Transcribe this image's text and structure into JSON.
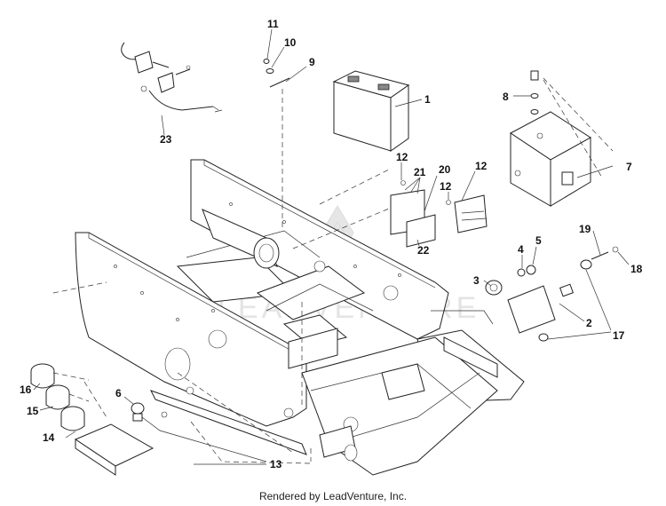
{
  "footer": "Rendered by LeadVenture, Inc.",
  "watermark": "LEADVENTURE",
  "callouts": [
    "1",
    "2",
    "3",
    "4",
    "5",
    "6",
    "7",
    "8",
    "9",
    "10",
    "11",
    "12",
    "12",
    "12",
    "13",
    "14",
    "15",
    "16",
    "17",
    "18",
    "19",
    "20",
    "21",
    "22",
    "23"
  ]
}
